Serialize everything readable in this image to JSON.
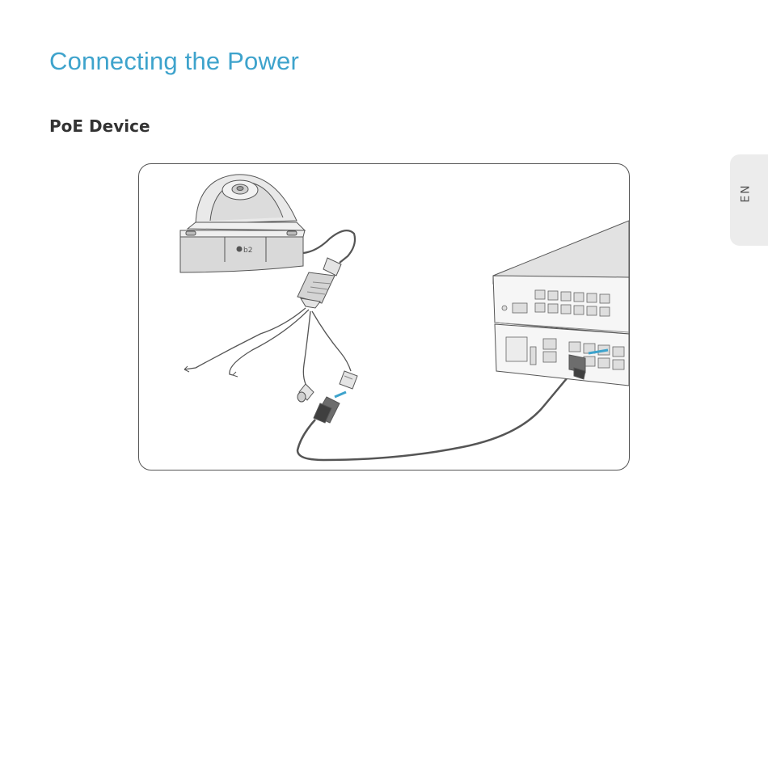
{
  "page": {
    "title": "Connecting the Power",
    "section_heading": "PoE Device",
    "language_tab": "EN"
  },
  "figure": {
    "camera_logo_text": "b2",
    "icons": [
      "dome-camera-icon",
      "poe-splitter-icon",
      "ethernet-plug-icon",
      "poe-switch-icon"
    ],
    "colors": {
      "title": "#3ea3cc",
      "heading": "#333333",
      "tab_background": "#ececec",
      "highlight_cable": "#3ea3cc",
      "line_art": "#555555"
    }
  }
}
